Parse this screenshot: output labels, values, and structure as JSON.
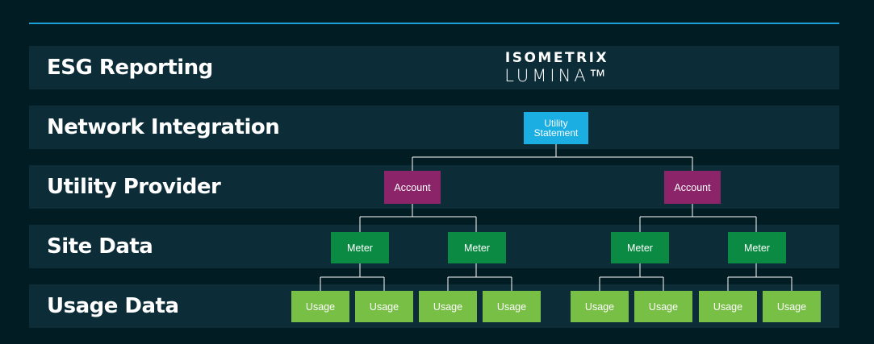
{
  "rows": [
    {
      "label": "ESG Reporting"
    },
    {
      "label": "Network Integration"
    },
    {
      "label": "Utility Provider"
    },
    {
      "label": "Site Data"
    },
    {
      "label": "Usage Data"
    }
  ],
  "logo": {
    "top": "ISOMETRIX",
    "bottom": "LUMINA™"
  },
  "nodes": {
    "statement": "Utility\nStatement",
    "account": "Account",
    "meter": "Meter",
    "usage": "Usage"
  },
  "colors": {
    "background": "#021c24",
    "band": "#0c2d37",
    "accent_line": "#1a9fd9",
    "statement": "#1aaee3",
    "account": "#8b2469",
    "meter": "#0b8a43",
    "usage": "#78bf46"
  }
}
